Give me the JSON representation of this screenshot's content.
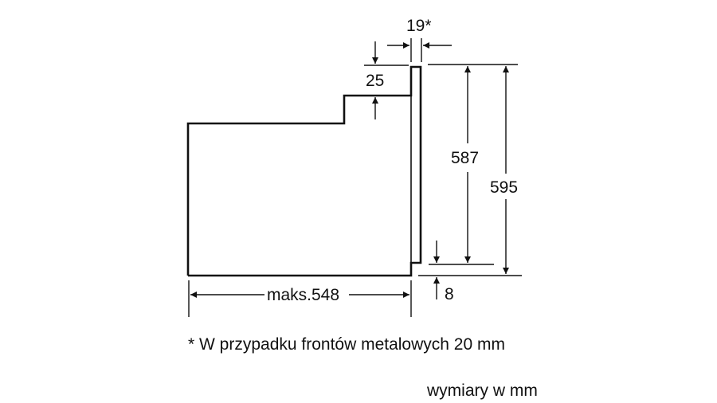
{
  "diagram": {
    "type": "oven-installation-dimensions-side-view",
    "line_color": "#111111",
    "background": "#ffffff",
    "dimensions": {
      "front_thickness": "19*",
      "top_step": "25",
      "inner_height": "587",
      "total_height": "595",
      "bottom_offset": "8",
      "depth": "maks.548"
    },
    "footnote": "* W przypadku frontów metalowych 20 mm",
    "units_note": "wymiary w mm"
  }
}
